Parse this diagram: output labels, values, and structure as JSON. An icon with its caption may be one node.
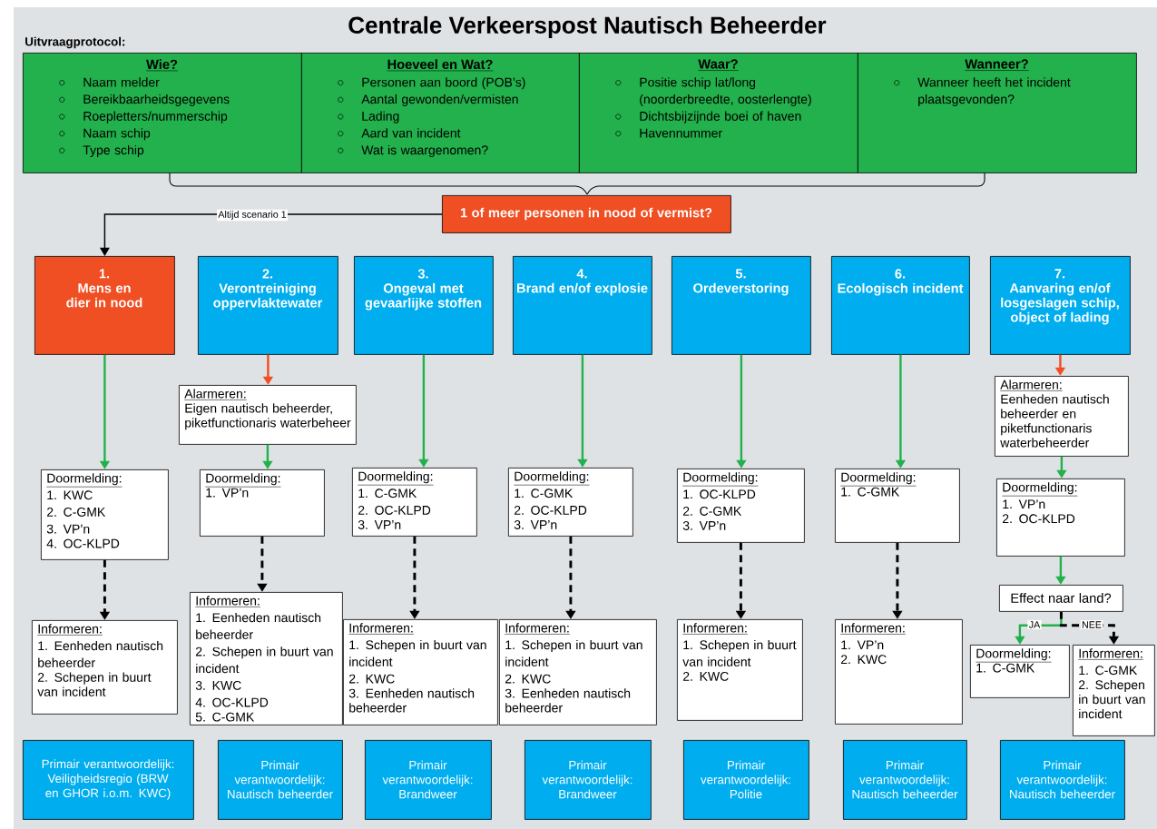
{
  "diagram": {
    "title": "Centrale Verkeerspost Nautisch Beheerder",
    "nodes": [
      {
        "text": [
          "Wie?",
          "Naam melder",
          "Bereikbaarheidsgegevens",
          "Roepletters/nummerschip",
          "Naam schip",
          "Type schip"
        ]
      },
      {
        "text": [
          "Hoeveel en Wat?",
          "Personen aan boord (POB’s)",
          "Aantal gewonden/vermisten",
          "Lading",
          "Aard van incident",
          "Wat is waargenomen?"
        ]
      },
      {
        "text": [
          "Waar?",
          "Positie schip lat/long (noorderbreedte, oosterlengte)",
          "Dichtsbijzijnde boei of haven",
          "Havennummer"
        ]
      },
      {
        "text": [
          "Wanneer?",
          "Wanneer heeft het incident plaatsgevonden?"
        ]
      },
      {
        "text": [
          "1 of meer personen in nood of vermist?"
        ]
      },
      {
        "text": [
          "1.",
          "Mens en dier in nood"
        ]
      },
      {
        "text": [
          "2.",
          "Verontreiniging oppervlaktewater"
        ]
      },
      {
        "text": [
          "3.",
          "Ongeval met gevaarlijke stoffen"
        ]
      },
      {
        "text": [
          "4.",
          "Brand en/of explosie"
        ]
      },
      {
        "text": [
          "5.",
          "Ordeverstoring"
        ]
      },
      {
        "text": [
          "6.",
          "Ecologisch incident"
        ]
      },
      {
        "text": [
          "7.",
          "Aanvaring en/of losgeslagen schip, object of lading"
        ]
      },
      {
        "text": [
          "Doormelding:",
          "1. KWC",
          "2. C-GMK",
          "3. VP’n",
          "4. OC-KLPD"
        ]
      },
      {
        "text": [
          "Informeren:",
          "1. Eenheden nautisch beheerder",
          "2. Schepen in buurt van incident"
        ]
      },
      {
        "text": [
          "Alarmeren:",
          "Eigen nautisch beheerder, piketfunctionaris waterbeheer"
        ]
      },
      {
        "text": [
          "Doormelding:",
          "1. VP’n"
        ]
      },
      {
        "text": [
          "Informeren:",
          "1. Eenheden nautisch beheerder",
          "2. Schepen in buurt van incident",
          "3. KWC",
          "4. OC-KLPD",
          "5. C-GMK"
        ]
      },
      {
        "text": [
          "Doormelding:",
          "1. C-GMK",
          "2. OC-KLPD",
          "3. VP’n"
        ]
      },
      {
        "text": [
          "Informeren:",
          "1. Schepen in buurt van incident",
          "2. KWC",
          "3. Eenheden nautisch beheerder"
        ]
      },
      {
        "text": [
          "Doormelding:",
          "1. C-GMK",
          "2. OC-KLPD",
          "3. VP’n"
        ]
      },
      {
        "text": [
          "Informeren:",
          "1. Schepen in buurt van incident",
          "2. KWC",
          "3. Eenheden nautisch beheerder"
        ]
      },
      {
        "text": [
          "Doormelding:",
          "1. OC-KLPD",
          "2. C-GMK",
          "3. VP’n"
        ]
      },
      {
        "text": [
          "Informeren:",
          "1. Schepen in buurt van incident",
          "2. KWC"
        ]
      },
      {
        "text": [
          "Doormelding:",
          "1. C-GMK"
        ]
      },
      {
        "text": [
          "Informeren:",
          "1. VP’n",
          "2. KWC"
        ]
      },
      {
        "text": [
          "Alarmeren:",
          "Eenheden nautisch beheerder en piketfunctionaris waterbeheerder"
        ]
      },
      {
        "text": [
          "Doormelding:",
          "1. VP’n",
          "2. OC-KLPD"
        ]
      },
      {
        "text": [
          "Effect naar land?"
        ]
      },
      {
        "text": [
          "Doormelding:",
          "1. C-GMK"
        ]
      },
      {
        "text": [
          "Informeren:",
          "1. C-GMK",
          "2. Schepen in buurt van incident"
        ]
      },
      {
        "text": [
          "Primair verantwoordelijk: Veiligheidsregio (BRW en GHOR i.o.m. KWC)"
        ]
      },
      {
        "text": [
          "Primair verantwoordelijk: Nautisch beheerder"
        ]
      },
      {
        "text": [
          "Primair verantwoordelijk: Brandweer"
        ]
      },
      {
        "text": [
          "Primair verantwoordelijk: Brandweer"
        ]
      },
      {
        "text": [
          "Primair verantwoordelijk: Politie"
        ]
      },
      {
        "text": [
          "Primair verantwoordelijk: Nautisch beheerder"
        ]
      },
      {
        "text": [
          "Primair verantwoordelijk: Nautisch beheerder"
        ]
      }
    ],
    "edges": [
      {
        "from": 4,
        "to": 5,
        "arrow": "to",
        "label": "Altijd scenario 1",
        "color": "#000000"
      },
      {
        "from": 5,
        "to": 12,
        "arrow": "to"
      },
      {
        "from": 12,
        "to": 13,
        "arrow": "to",
        "style": "dashed",
        "color": "#000000"
      },
      {
        "from": 6,
        "to": 14,
        "arrow": "to",
        "color": "#f04e23"
      },
      {
        "from": 14,
        "to": 15,
        "arrow": "to"
      },
      {
        "from": 15,
        "to": 16,
        "arrow": "to",
        "style": "dashed",
        "color": "#000000"
      },
      {
        "from": 7,
        "to": 17,
        "arrow": "to"
      },
      {
        "from": 17,
        "to": 18,
        "arrow": "to",
        "style": "dashed",
        "color": "#000000"
      },
      {
        "from": 8,
        "to": 19,
        "arrow": "to"
      },
      {
        "from": 19,
        "to": 20,
        "arrow": "to",
        "style": "dashed",
        "color": "#000000"
      },
      {
        "from": 9,
        "to": 21,
        "arrow": "to"
      },
      {
        "from": 21,
        "to": 22,
        "arrow": "to",
        "style": "dashed",
        "color": "#000000"
      },
      {
        "from": 10,
        "to": 23,
        "arrow": "to"
      },
      {
        "from": 23,
        "to": 24,
        "arrow": "to",
        "style": "dashed",
        "color": "#000000"
      },
      {
        "from": 11,
        "to": 25,
        "arrow": "to",
        "color": "#f04e23"
      },
      {
        "from": 25,
        "to": 26,
        "arrow": "to"
      },
      {
        "from": 26,
        "to": 27,
        "arrow": "to"
      },
      {
        "from": 27,
        "to": 28,
        "arrow": "to",
        "label": "JA"
      },
      {
        "from": 27,
        "to": 29,
        "arrow": "to",
        "label": "NEE",
        "style": "dashed",
        "color": "#000000"
      }
    ],
    "labels": [
      "Uitvraagprotocol:"
    ]
  }
}
